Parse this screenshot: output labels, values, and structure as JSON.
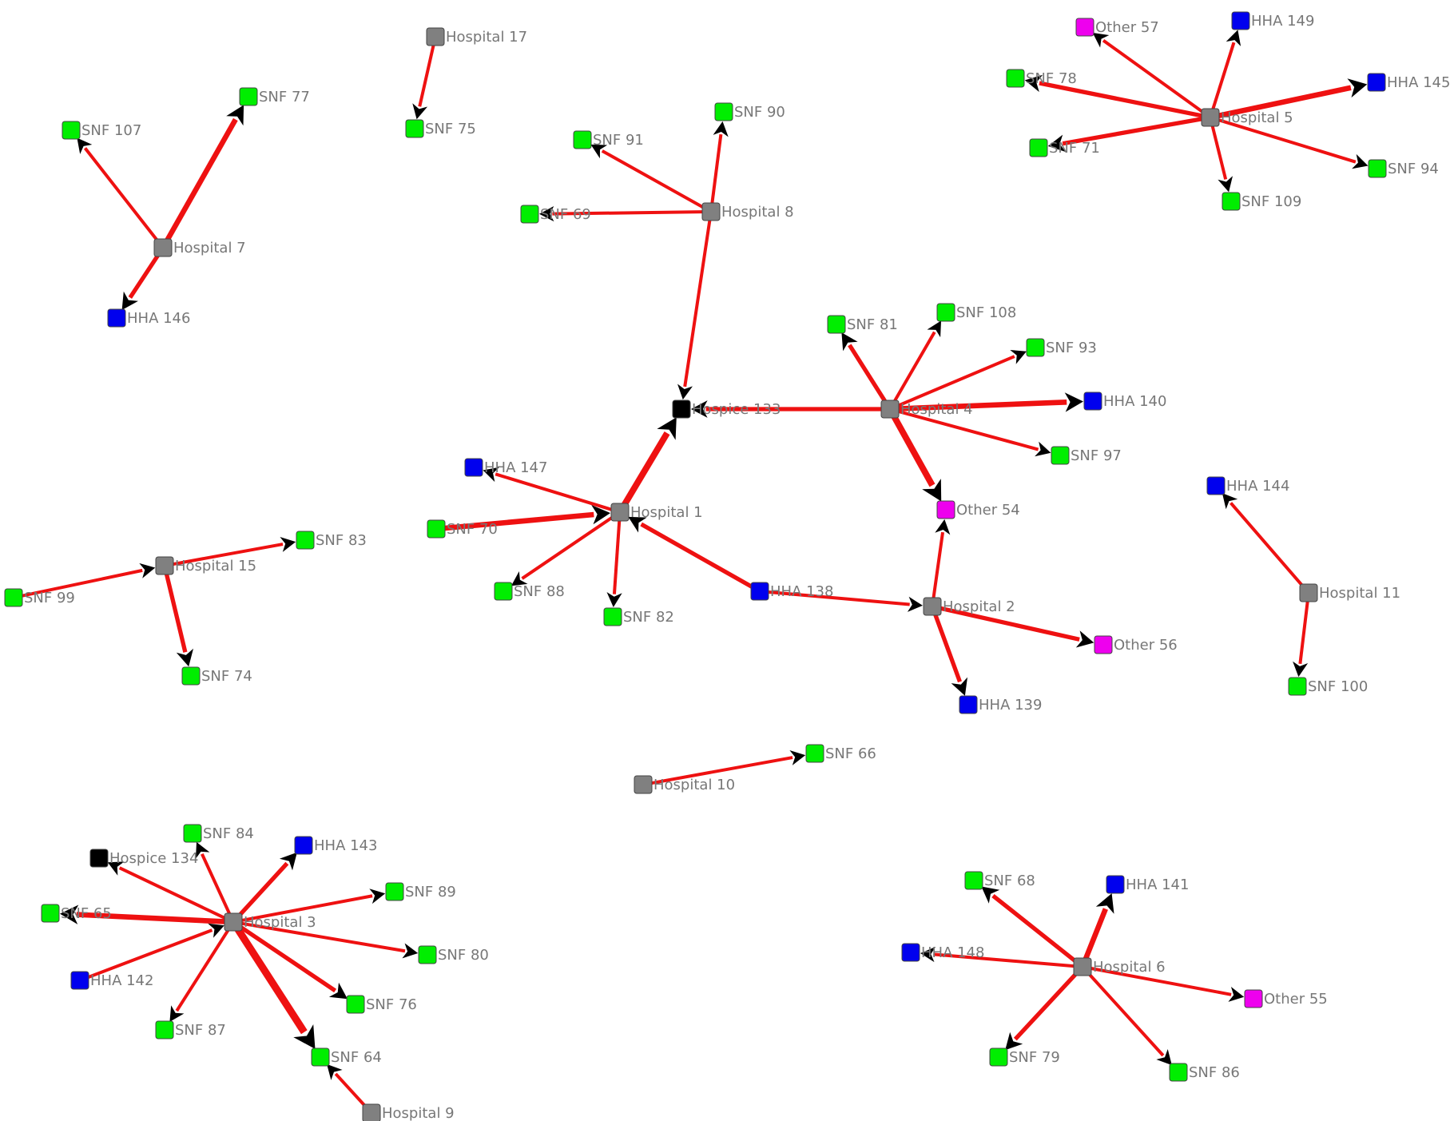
{
  "colors": {
    "edge": "#ee1111",
    "arrow": "#000000",
    "label": "#777777",
    "node_types": {
      "hospital": "#808080",
      "snf": "#00ee00",
      "hha": "#0000ee",
      "other": "#ee00ee",
      "hospice": "#000000"
    }
  },
  "nodes": [
    {
      "id": "hospital-17",
      "label": "Hospital 17",
      "type": "hospital"
    },
    {
      "id": "snf-75",
      "label": "SNF 75",
      "type": "snf"
    },
    {
      "id": "hospital-7",
      "label": "Hospital 7",
      "type": "hospital"
    },
    {
      "id": "snf-107",
      "label": "SNF 107",
      "type": "snf"
    },
    {
      "id": "snf-77",
      "label": "SNF 77",
      "type": "snf"
    },
    {
      "id": "hha-146",
      "label": "HHA 146",
      "type": "hha"
    },
    {
      "id": "hospital-8",
      "label": "Hospital 8",
      "type": "hospital"
    },
    {
      "id": "snf-90",
      "label": "SNF 90",
      "type": "snf"
    },
    {
      "id": "snf-91",
      "label": "SNF 91",
      "type": "snf"
    },
    {
      "id": "snf-69",
      "label": "SNF 69",
      "type": "snf"
    },
    {
      "id": "hospice-133",
      "label": "Hospice 133",
      "type": "hospice"
    },
    {
      "id": "hospital-5",
      "label": "Hospital 5",
      "type": "hospital"
    },
    {
      "id": "other-57",
      "label": "Other 57",
      "type": "other"
    },
    {
      "id": "hha-149",
      "label": "HHA 149",
      "type": "hha"
    },
    {
      "id": "snf-78",
      "label": "SNF 78",
      "type": "snf"
    },
    {
      "id": "hha-145",
      "label": "HHA 145",
      "type": "hha"
    },
    {
      "id": "snf-71",
      "label": "SNF 71",
      "type": "snf"
    },
    {
      "id": "snf-94",
      "label": "SNF 94",
      "type": "snf"
    },
    {
      "id": "snf-109",
      "label": "SNF 109",
      "type": "snf"
    },
    {
      "id": "hospital-4",
      "label": "Hospital 4",
      "type": "hospital"
    },
    {
      "id": "snf-81",
      "label": "SNF 81",
      "type": "snf"
    },
    {
      "id": "snf-108",
      "label": "SNF 108",
      "type": "snf"
    },
    {
      "id": "snf-93",
      "label": "SNF 93",
      "type": "snf"
    },
    {
      "id": "hha-140",
      "label": "HHA 140",
      "type": "hha"
    },
    {
      "id": "snf-97",
      "label": "SNF 97",
      "type": "snf"
    },
    {
      "id": "other-54",
      "label": "Other 54",
      "type": "other"
    },
    {
      "id": "hospital-1",
      "label": "Hospital 1",
      "type": "hospital"
    },
    {
      "id": "hha-147",
      "label": "HHA 147",
      "type": "hha"
    },
    {
      "id": "snf-70",
      "label": "SNF 70",
      "type": "snf"
    },
    {
      "id": "snf-88",
      "label": "SNF 88",
      "type": "snf"
    },
    {
      "id": "snf-82",
      "label": "SNF 82",
      "type": "snf"
    },
    {
      "id": "hha-138",
      "label": "HHA 138",
      "type": "hha"
    },
    {
      "id": "hospital-2",
      "label": "Hospital 2",
      "type": "hospital"
    },
    {
      "id": "other-56",
      "label": "Other 56",
      "type": "other"
    },
    {
      "id": "hha-139",
      "label": "HHA 139",
      "type": "hha"
    },
    {
      "id": "hha-144",
      "label": "HHA 144",
      "type": "hha"
    },
    {
      "id": "hospital-11",
      "label": "Hospital 11",
      "type": "hospital"
    },
    {
      "id": "snf-100",
      "label": "SNF 100",
      "type": "snf"
    },
    {
      "id": "hospital-15",
      "label": "Hospital 15",
      "type": "hospital"
    },
    {
      "id": "snf-83",
      "label": "SNF 83",
      "type": "snf"
    },
    {
      "id": "snf-99",
      "label": "SNF 99",
      "type": "snf"
    },
    {
      "id": "snf-74",
      "label": "SNF 74",
      "type": "snf"
    },
    {
      "id": "hospital-10",
      "label": "Hospital 10",
      "type": "hospital"
    },
    {
      "id": "snf-66",
      "label": "SNF 66",
      "type": "snf"
    },
    {
      "id": "hospital-3",
      "label": "Hospital 3",
      "type": "hospital"
    },
    {
      "id": "snf-84",
      "label": "SNF 84",
      "type": "snf"
    },
    {
      "id": "hospice-134",
      "label": "Hospice 134",
      "type": "hospice"
    },
    {
      "id": "hha-143",
      "label": "HHA 143",
      "type": "hha"
    },
    {
      "id": "snf-89",
      "label": "SNF 89",
      "type": "snf"
    },
    {
      "id": "snf-65",
      "label": "SNF 65",
      "type": "snf"
    },
    {
      "id": "snf-80",
      "label": "SNF 80",
      "type": "snf"
    },
    {
      "id": "hha-142",
      "label": "HHA 142",
      "type": "hha"
    },
    {
      "id": "snf-76",
      "label": "SNF 76",
      "type": "snf"
    },
    {
      "id": "snf-87",
      "label": "SNF 87",
      "type": "snf"
    },
    {
      "id": "snf-64",
      "label": "SNF 64",
      "type": "snf"
    },
    {
      "id": "hospital-9",
      "label": "Hospital 9",
      "type": "hospital"
    },
    {
      "id": "hospital-6",
      "label": "Hospital 6",
      "type": "hospital"
    },
    {
      "id": "snf-68",
      "label": "SNF 68",
      "type": "snf"
    },
    {
      "id": "hha-141",
      "label": "HHA 141",
      "type": "hha"
    },
    {
      "id": "hha-148",
      "label": "HHA 148",
      "type": "hha"
    },
    {
      "id": "other-55",
      "label": "Other 55",
      "type": "other"
    },
    {
      "id": "snf-79",
      "label": "SNF 79",
      "type": "snf"
    },
    {
      "id": "snf-86",
      "label": "SNF 86",
      "type": "snf"
    }
  ],
  "edges": [
    {
      "from": "hospital-17",
      "to": "snf-75",
      "weight": 2
    },
    {
      "from": "hospital-7",
      "to": "snf-107",
      "weight": 2
    },
    {
      "from": "hospital-7",
      "to": "snf-77",
      "weight": 4
    },
    {
      "from": "hospital-7",
      "to": "hha-146",
      "weight": 3
    },
    {
      "from": "hospital-8",
      "to": "snf-90",
      "weight": 2
    },
    {
      "from": "hospital-8",
      "to": "snf-91",
      "weight": 2
    },
    {
      "from": "hospital-8",
      "to": "snf-69",
      "weight": 2
    },
    {
      "from": "hospital-8",
      "to": "hospice-133",
      "weight": 2
    },
    {
      "from": "hospital-5",
      "to": "other-57",
      "weight": 2
    },
    {
      "from": "hospital-5",
      "to": "hha-149",
      "weight": 2
    },
    {
      "from": "hospital-5",
      "to": "snf-78",
      "weight": 3
    },
    {
      "from": "hospital-5",
      "to": "hha-145",
      "weight": 4
    },
    {
      "from": "hospital-5",
      "to": "snf-71",
      "weight": 3
    },
    {
      "from": "hospital-5",
      "to": "snf-94",
      "weight": 2
    },
    {
      "from": "hospital-5",
      "to": "snf-109",
      "weight": 2
    },
    {
      "from": "hospital-4",
      "to": "snf-81",
      "weight": 3
    },
    {
      "from": "hospital-4",
      "to": "snf-108",
      "weight": 2
    },
    {
      "from": "hospital-4",
      "to": "snf-93",
      "weight": 2
    },
    {
      "from": "hospital-4",
      "to": "hha-140",
      "weight": 4
    },
    {
      "from": "hospital-4",
      "to": "snf-97",
      "weight": 2
    },
    {
      "from": "hospital-4",
      "to": "other-54",
      "weight": 5
    },
    {
      "from": "hospital-4",
      "to": "hospice-133",
      "weight": 3
    },
    {
      "from": "hospital-1",
      "to": "hospice-133",
      "weight": 5
    },
    {
      "from": "hospital-1",
      "to": "hha-147",
      "weight": 2
    },
    {
      "from": "snf-70",
      "to": "hospital-1",
      "weight": 4
    },
    {
      "from": "hospital-1",
      "to": "snf-88",
      "weight": 2
    },
    {
      "from": "hospital-1",
      "to": "snf-82",
      "weight": 2
    },
    {
      "from": "hha-138",
      "to": "hospital-1",
      "weight": 3
    },
    {
      "from": "hha-138",
      "to": "hospital-2",
      "weight": 2
    },
    {
      "from": "hospital-2",
      "to": "other-54",
      "weight": 2
    },
    {
      "from": "hospital-2",
      "to": "other-56",
      "weight": 3
    },
    {
      "from": "hospital-2",
      "to": "hha-139",
      "weight": 3
    },
    {
      "from": "hospital-11",
      "to": "hha-144",
      "weight": 2
    },
    {
      "from": "hospital-11",
      "to": "snf-100",
      "weight": 2
    },
    {
      "from": "hospital-15",
      "to": "snf-83",
      "weight": 2
    },
    {
      "from": "snf-99",
      "to": "hospital-15",
      "weight": 2
    },
    {
      "from": "hospital-15",
      "to": "snf-74",
      "weight": 3
    },
    {
      "from": "hospital-10",
      "to": "snf-66",
      "weight": 2
    },
    {
      "from": "hospital-3",
      "to": "snf-84",
      "weight": 2
    },
    {
      "from": "hospital-3",
      "to": "hospice-134",
      "weight": 2
    },
    {
      "from": "hospital-3",
      "to": "hha-143",
      "weight": 3
    },
    {
      "from": "hospital-3",
      "to": "snf-89",
      "weight": 2
    },
    {
      "from": "hospital-3",
      "to": "snf-65",
      "weight": 4
    },
    {
      "from": "hospital-3",
      "to": "snf-80",
      "weight": 2
    },
    {
      "from": "hha-142",
      "to": "hospital-3",
      "weight": 2
    },
    {
      "from": "hospital-3",
      "to": "snf-76",
      "weight": 3
    },
    {
      "from": "hospital-3",
      "to": "snf-87",
      "weight": 2
    },
    {
      "from": "hospital-3",
      "to": "snf-64",
      "weight": 6
    },
    {
      "from": "hospital-9",
      "to": "snf-64",
      "weight": 2
    },
    {
      "from": "hospital-6",
      "to": "snf-68",
      "weight": 3
    },
    {
      "from": "hospital-6",
      "to": "hha-141",
      "weight": 4
    },
    {
      "from": "hospital-6",
      "to": "hha-148",
      "weight": 2
    },
    {
      "from": "hospital-6",
      "to": "other-55",
      "weight": 2
    },
    {
      "from": "hospital-6",
      "to": "snf-79",
      "weight": 3
    },
    {
      "from": "hospital-6",
      "to": "snf-86",
      "weight": 2
    }
  ]
}
